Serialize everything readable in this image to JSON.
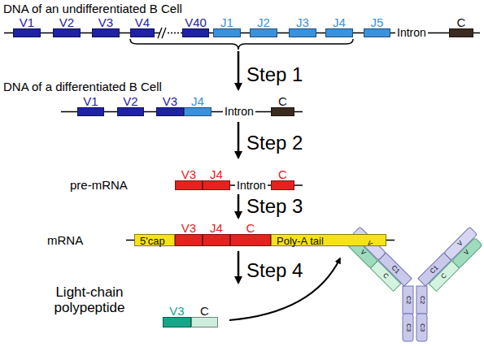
{
  "diagram": {
    "nodes": [
      {
        "text": [
          "V1"
        ]
      },
      {
        "text": [
          "V2"
        ]
      },
      {
        "text": [
          "V3"
        ]
      },
      {
        "text": [
          "V4"
        ]
      },
      {
        "text": [
          "V40"
        ]
      },
      {
        "text": [
          "J1"
        ]
      },
      {
        "text": [
          "J2"
        ]
      },
      {
        "text": [
          "J3"
        ]
      },
      {
        "text": [
          "J4"
        ]
      },
      {
        "text": [
          "J5"
        ]
      },
      {
        "text": [
          "C"
        ]
      },
      {
        "text": [
          "V1"
        ]
      },
      {
        "text": [
          "V2"
        ]
      },
      {
        "text": [
          "V3"
        ]
      },
      {
        "text": [
          "J4"
        ]
      },
      {
        "text": [
          "C"
        ]
      },
      {
        "text": [
          "V3"
        ]
      },
      {
        "text": [
          "J4"
        ]
      },
      {
        "text": [
          "C"
        ]
      },
      {
        "text": [
          "5'cap"
        ]
      },
      {
        "text": [
          "V3"
        ]
      },
      {
        "text": [
          "J4"
        ]
      },
      {
        "text": [
          "C"
        ]
      },
      {
        "text": [
          "Poly-A tail"
        ]
      },
      {
        "text": [
          "V3"
        ]
      },
      {
        "text": [
          "C"
        ]
      }
    ],
    "labels": [
      "DNA of an undifferentiated B Cell",
      "Intron",
      "Step 1",
      "DNA of a differentiated B Cell",
      "Intron",
      "Step 2",
      "pre-mRNA",
      "Intron",
      "Step 3",
      "mRNA",
      "Step 4",
      "Light-chain polypeptide",
      "V",
      "C",
      "V",
      "C1",
      "C2",
      "C3",
      "C2",
      "C3",
      "V",
      "C1",
      "V",
      "C"
    ]
  }
}
